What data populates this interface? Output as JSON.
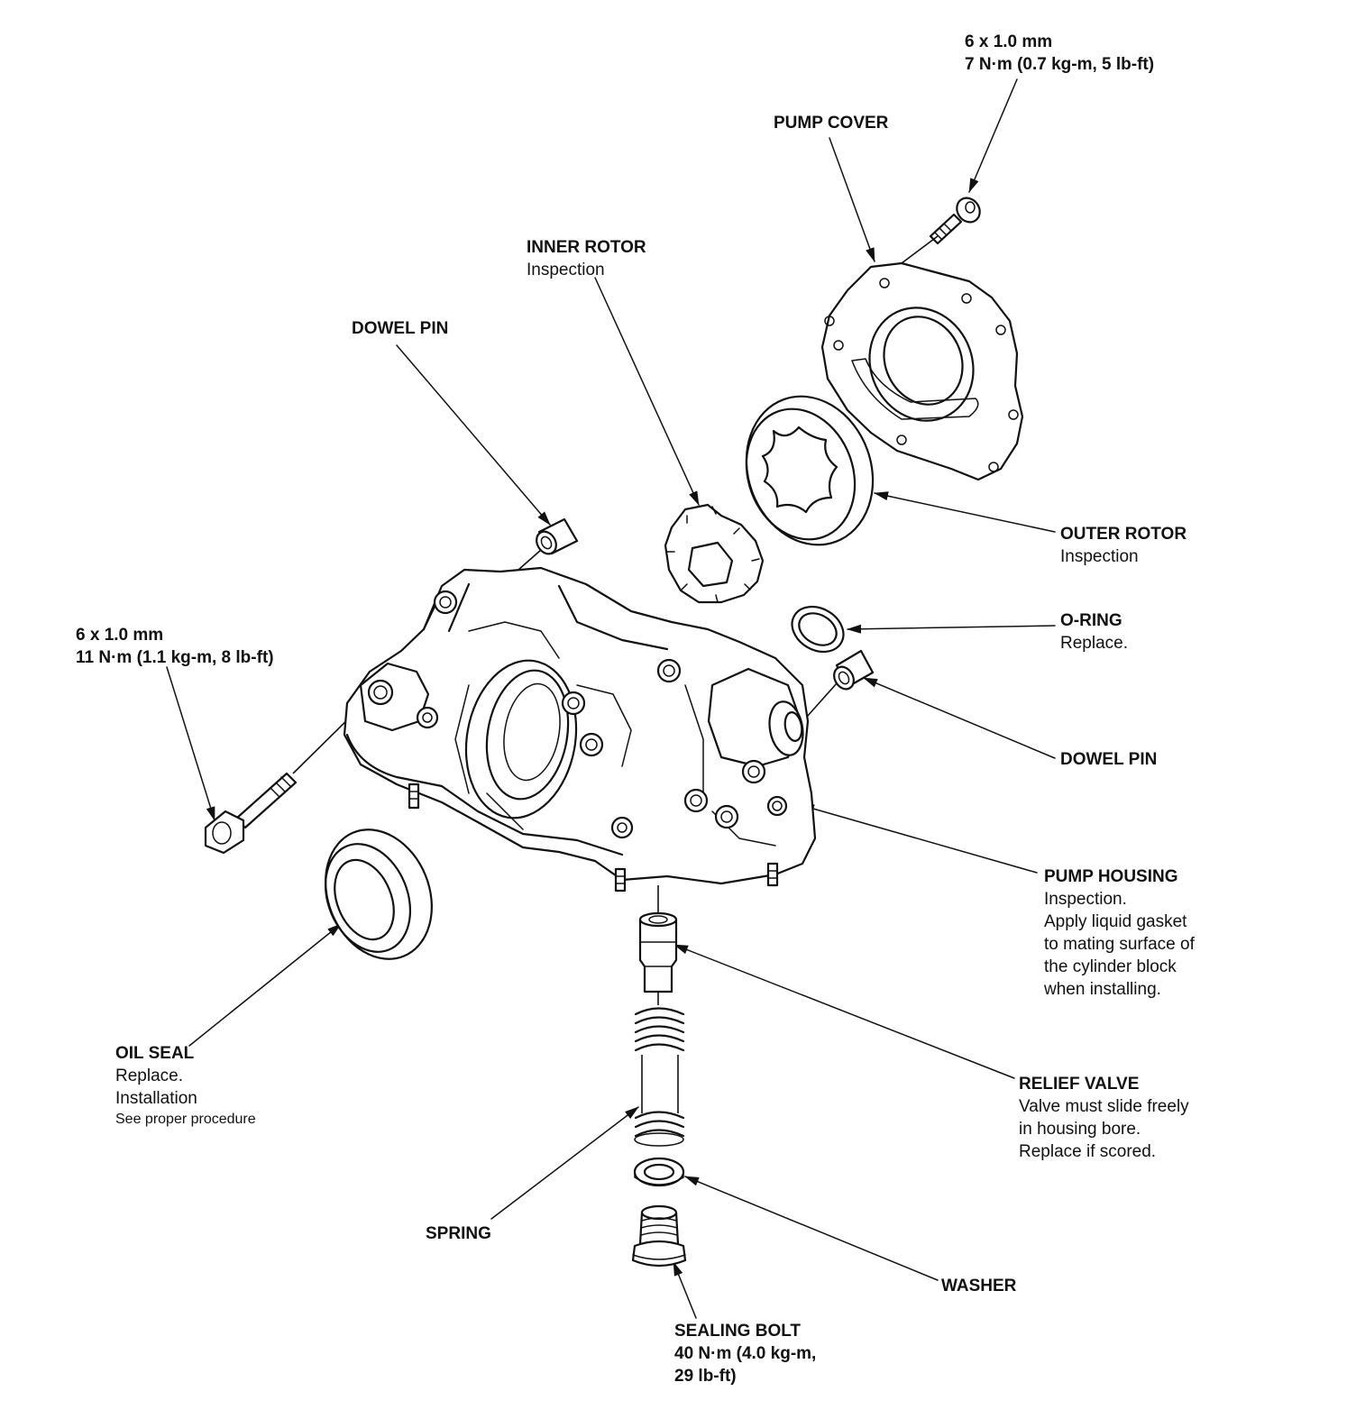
{
  "callouts": {
    "cover_bolt": {
      "title": "6 x 1.0 mm",
      "torque": "7 N·m (0.7 kg-m, 5 lb-ft)"
    },
    "pump_cover": {
      "title": "PUMP COVER"
    },
    "inner_rotor": {
      "title": "INNER ROTOR",
      "note": "Inspection"
    },
    "dowel_pin_top": {
      "title": "DOWEL PIN"
    },
    "outer_rotor": {
      "title": "OUTER ROTOR",
      "note": "Inspection"
    },
    "o_ring": {
      "title": "O-RING",
      "note": "Replace."
    },
    "housing_bolt": {
      "title": "6 x 1.0 mm",
      "torque": "11 N·m (1.1 kg-m, 8 lb-ft)"
    },
    "dowel_pin_right": {
      "title": "DOWEL PIN"
    },
    "pump_housing": {
      "title": "PUMP HOUSING",
      "note1": "Inspection.",
      "note2": "Apply liquid gasket",
      "note3": "to mating surface of",
      "note4": "the cylinder block",
      "note5": "when installing."
    },
    "oil_seal": {
      "title": "OIL SEAL",
      "note1": "Replace.",
      "note2": "Installation",
      "note3": "See proper procedure"
    },
    "relief_valve": {
      "title": "RELIEF VALVE",
      "note1": "Valve must slide freely",
      "note2": "in housing bore.",
      "note3": "Replace if scored."
    },
    "spring": {
      "title": "SPRING"
    },
    "washer": {
      "title": "WASHER"
    },
    "sealing_bolt": {
      "title": "SEALING BOLT",
      "torque1": "40 N·m (4.0 kg-m,",
      "torque2": "29 lb-ft)"
    }
  }
}
